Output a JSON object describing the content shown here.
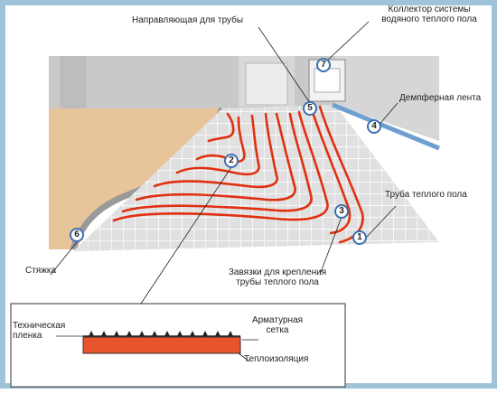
{
  "markers": [
    "1",
    "2",
    "3",
    "4",
    "5",
    "6",
    "7"
  ],
  "labels": {
    "pipe_guide": "Направляющая для трубы",
    "collector_line1": "Коллектор системы",
    "collector_line2": "водяного теплого пола",
    "damper_tape": "Демпферная лента",
    "floor_pipe": "Труба теплого пола",
    "screed": "Стяжка",
    "ties_line1": "Завязки для крепления",
    "ties_line2": "трубы теплого пола"
  },
  "section": {
    "film_line1": "Техническая",
    "film_line2": "пленка",
    "mesh_line1": "Арматурная",
    "mesh_line2": "сетка",
    "insulation": "Теплоизоляция"
  },
  "colors": {
    "pipe": "#e03010",
    "marker_ring": "#3a6fb0",
    "insulation_fill": "#e8542e",
    "floor": "#e0e0e0",
    "screed": "#e8c49a",
    "frame": "#9fc3d8",
    "damper": "#6f9fd0"
  }
}
